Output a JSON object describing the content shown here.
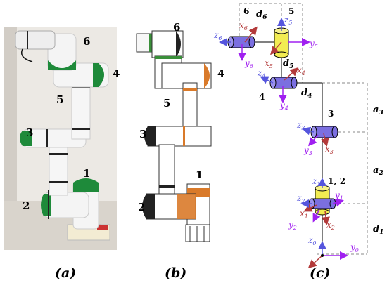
{
  "panel_a": {
    "caption": "(a)",
    "joint_labels": [
      "6",
      "4",
      "5",
      "3",
      "1",
      "2"
    ]
  },
  "panel_b": {
    "caption": "(b)",
    "joint_labels": [
      "6",
      "4",
      "5",
      "3",
      "1",
      "2"
    ]
  },
  "panel_c": {
    "caption": "(c)",
    "joint_labels": {
      "j6": "6",
      "j5": "5",
      "j4": "4",
      "j3": "3",
      "j12": "1, 2"
    },
    "dimensions": {
      "d6": "d",
      "d6_sub": "6",
      "d5": "d",
      "d5_sub": "5",
      "d4": "d",
      "d4_sub": "4",
      "a3": "a",
      "a3_sub": "3",
      "a2": "a",
      "a2_sub": "2",
      "d1": "d",
      "d1_sub": "1"
    },
    "axes": {
      "z6": [
        "z",
        "6"
      ],
      "x6": [
        "x",
        "6"
      ],
      "y6": [
        "y",
        "6"
      ],
      "z5": [
        "z",
        "5"
      ],
      "x5": [
        "x",
        "5"
      ],
      "y5": [
        "y",
        "5"
      ],
      "z4": [
        "z",
        "4"
      ],
      "x4": [
        "x",
        "4"
      ],
      "y4": [
        "y",
        "4"
      ],
      "z3": [
        "z",
        "3"
      ],
      "x3": [
        "x",
        "3"
      ],
      "y3": [
        "y",
        "3"
      ],
      "z1": [
        "z",
        "1"
      ],
      "x1": [
        "x",
        "1"
      ],
      "y1": [
        "y",
        "1"
      ],
      "z2": [
        "z",
        "2"
      ],
      "x2": [
        "x",
        "2"
      ],
      "y2": [
        "y",
        "2"
      ],
      "z0": [
        "z",
        "0"
      ],
      "y0": [
        "y",
        "0"
      ]
    },
    "colors": {
      "z": "#5555dd",
      "x": "#b33a3a",
      "y": "#a020f0",
      "cyl_blue": "#7b6fe0",
      "cyl_yellow": "#f2ec52"
    }
  }
}
